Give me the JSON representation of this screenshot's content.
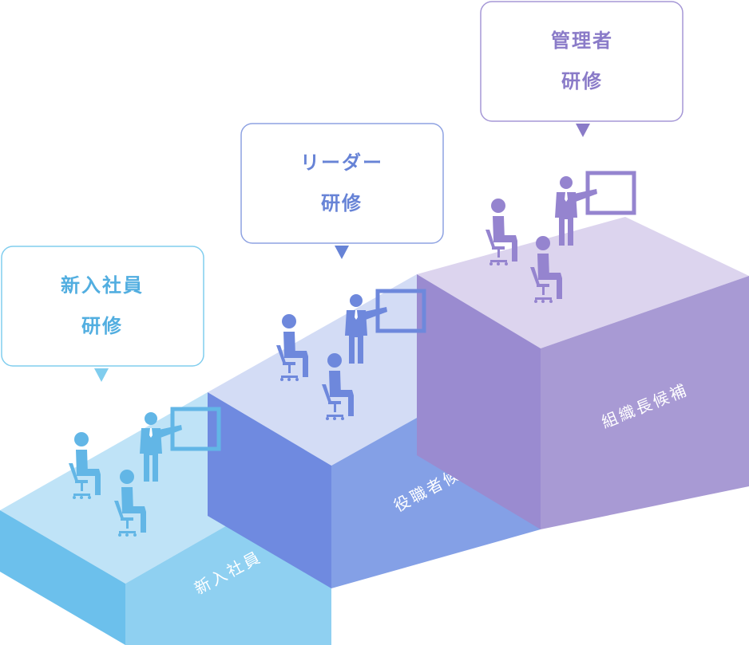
{
  "stages": [
    {
      "id": "new-employee",
      "bubble_lines": [
        "新入社員",
        "研修"
      ],
      "step_label": "新入社員",
      "colors": {
        "top": "#bfe3f7",
        "left": "#6cc0ec",
        "front": "#8fd0f1",
        "figure": "#62b6e6",
        "bubble_border": "#80cdee",
        "bubble_text": "#52aee0"
      }
    },
    {
      "id": "leader",
      "bubble_lines": [
        "リーダー",
        "研修"
      ],
      "step_label": "役職者候補",
      "colors": {
        "top": "#d3dcf5",
        "left": "#6f8ae0",
        "front": "#84a0e6",
        "figure": "#6e88dc",
        "bubble_border": "#8ea2e2",
        "bubble_text": "#6783d6"
      }
    },
    {
      "id": "manager",
      "bubble_lines": [
        "管理者",
        "研修"
      ],
      "step_label": "組織長候補",
      "colors": {
        "top": "#dcd4ee",
        "left": "#9a8bd0",
        "front": "#a89ad4",
        "figure": "#9584cf",
        "bubble_border": "#a597d6",
        "bubble_text": "#8a7bc8"
      }
    }
  ]
}
